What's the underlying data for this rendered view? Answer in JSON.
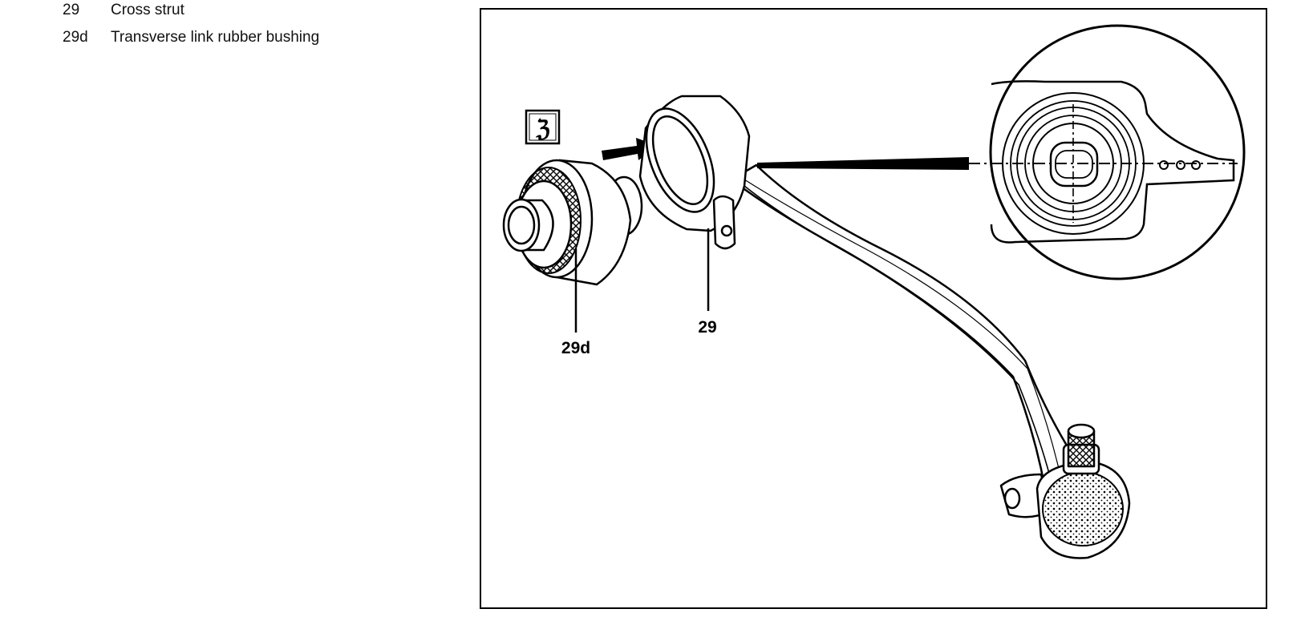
{
  "legend": [
    {
      "number": "29",
      "text": "Cross strut"
    },
    {
      "number": "29d",
      "text": "Transverse link rubber bushing"
    }
  ],
  "figure": {
    "callouts": {
      "strut": "29",
      "bushing": "29d"
    },
    "symbol_glyph": "ℨ",
    "symbol_icon": "press-in-tool-icon"
  }
}
